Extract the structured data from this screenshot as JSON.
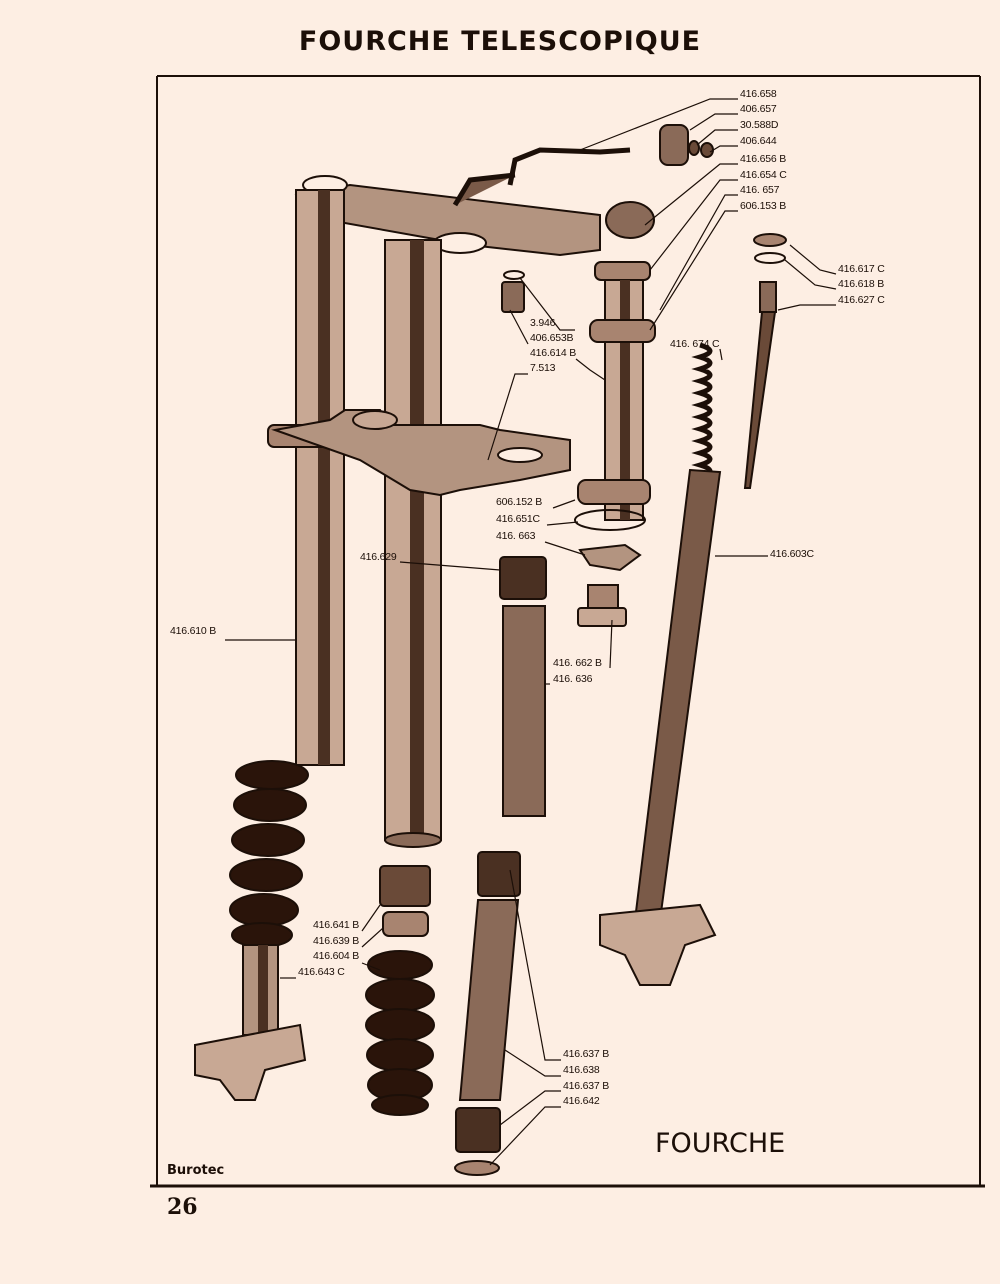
{
  "page": {
    "title": "FOURCHE TELESCOPIQUE",
    "page_number": "26",
    "brand": "Burotec",
    "caption": "FOURCHE"
  },
  "labels": {
    "p416658": "416.658",
    "p406657": "406.657",
    "p30588D": "30.588D",
    "p406644": "406.644",
    "p416656B": "416.656 B",
    "p416654C": "416.654 C",
    "p416657": "416. 657",
    "p606153B": "606.153 B",
    "p416617C": "416.617  C",
    "p416618B": "416.618  B",
    "p416627C": "416.627 C",
    "p3946": "3.946",
    "p406653B": "406.653B",
    "p416614B": "416.614 B",
    "p7513": "7.513",
    "p416674C": "416. 674 C",
    "p606152B": "606.152 B",
    "p416651C": "416.651C",
    "p416663": "416. 663",
    "p416629": "416.629",
    "p416603C": "416.603C",
    "p416610B": "416.610 B",
    "p416662B": "416. 662 B",
    "p416636": "416. 636",
    "p416641B": "416.641 B",
    "p416639B": "416.639 B",
    "p416604B": "416.604 B",
    "p416643C": "416.643 C",
    "p416637B_1": "416.637 B",
    "p416638": "416.638",
    "p416637B_2": "416.637 B",
    "p416642": "416.642"
  },
  "colors": {
    "paper": "#fdeee3",
    "ink": "#1c0f08"
  }
}
